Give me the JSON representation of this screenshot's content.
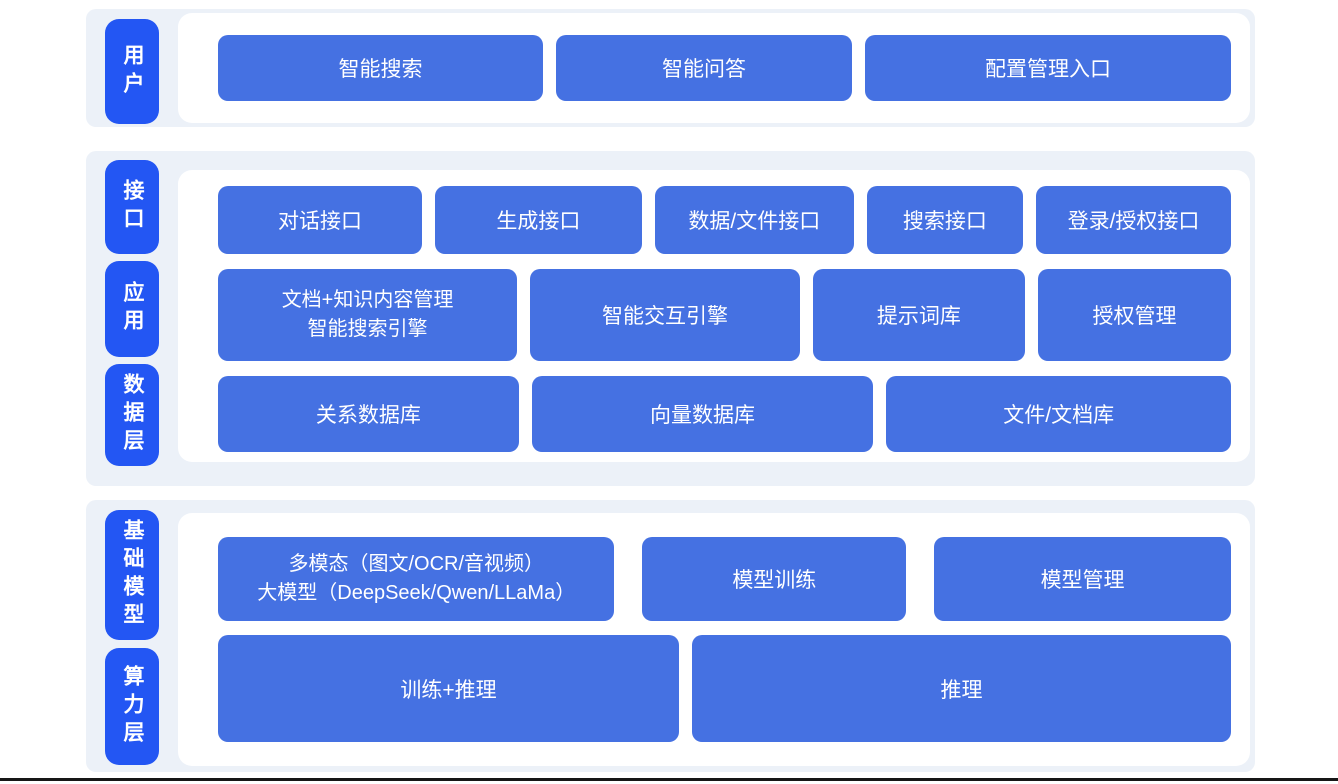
{
  "colors": {
    "button_blue": "#4571e2",
    "label_blue": "#2356f3",
    "panel_light": "#ecf1f8",
    "text_white": "#ffffff",
    "bottom_line": "#161616"
  },
  "sections": [
    {
      "name": "user-layer",
      "labels": [
        {
          "text": "用户"
        }
      ],
      "rows": [
        {
          "buttons": [
            {
              "label": "智能搜索"
            },
            {
              "label": "智能问答"
            },
            {
              "label": "配置管理入口"
            }
          ]
        }
      ]
    },
    {
      "name": "interface-application-data-layers",
      "labels": [
        {
          "text": "接口"
        },
        {
          "text": "应用"
        },
        {
          "text": "数据层"
        }
      ],
      "rows": [
        {
          "buttons": [
            {
              "label": "对话接口"
            },
            {
              "label": "生成接口"
            },
            {
              "label": "数据/文件接口"
            },
            {
              "label": "搜索接口"
            },
            {
              "label": "登录/授权接口"
            }
          ]
        },
        {
          "buttons": [
            {
              "line1": "文档+知识内容管理",
              "line2": "智能搜索引擎"
            },
            {
              "label": "智能交互引擎"
            },
            {
              "label": "提示词库"
            },
            {
              "label": "授权管理"
            }
          ]
        },
        {
          "buttons": [
            {
              "label": "关系数据库"
            },
            {
              "label": "向量数据库"
            },
            {
              "label": "文件/文档库"
            }
          ]
        }
      ]
    },
    {
      "name": "foundation-model-compute-layers",
      "labels": [
        {
          "text": "基础模型"
        },
        {
          "text": "算力层"
        }
      ],
      "rows": [
        {
          "buttons": [
            {
              "line1": "多模态（图文/OCR/音视频）",
              "line2": "大模型（DeepSeek/Qwen/LLaMa）"
            },
            {
              "label": "模型训练"
            },
            {
              "label": "模型管理"
            }
          ]
        },
        {
          "buttons": [
            {
              "label": "训练+推理"
            },
            {
              "label": "推理"
            }
          ]
        }
      ]
    }
  ]
}
